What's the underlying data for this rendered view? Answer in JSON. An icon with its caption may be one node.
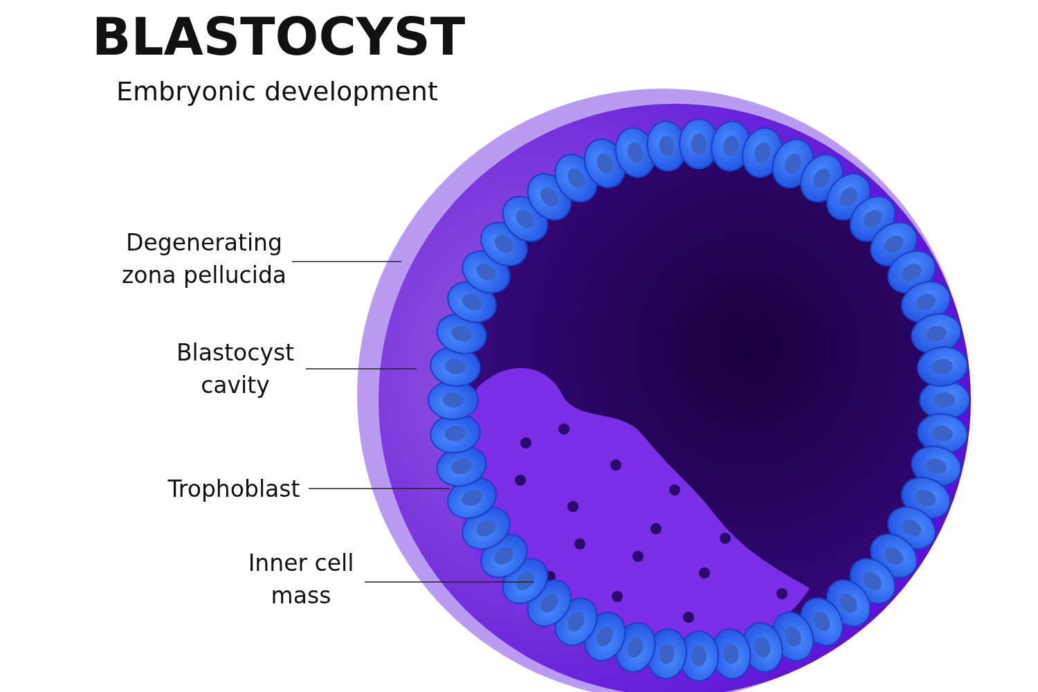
{
  "diagram": {
    "title": "BLASTOCYST",
    "nodes": [
      {
        "text": [
          "Degenerating zona pellucida"
        ]
      },
      {
        "text": [
          "Blastocyst cavity"
        ]
      },
      {
        "text": [
          "Trophoblast"
        ]
      },
      {
        "text": [
          "Inner cell mass"
        ]
      }
    ],
    "edges": [
      {
        "from": 0,
        "to": null,
        "arrow": "none"
      },
      {
        "from": 1,
        "to": null,
        "arrow": "none"
      },
      {
        "from": 2,
        "to": null,
        "arrow": "none"
      },
      {
        "from": 3,
        "to": null,
        "arrow": "none"
      }
    ],
    "labels": [
      "Embryonic development"
    ]
  }
}
